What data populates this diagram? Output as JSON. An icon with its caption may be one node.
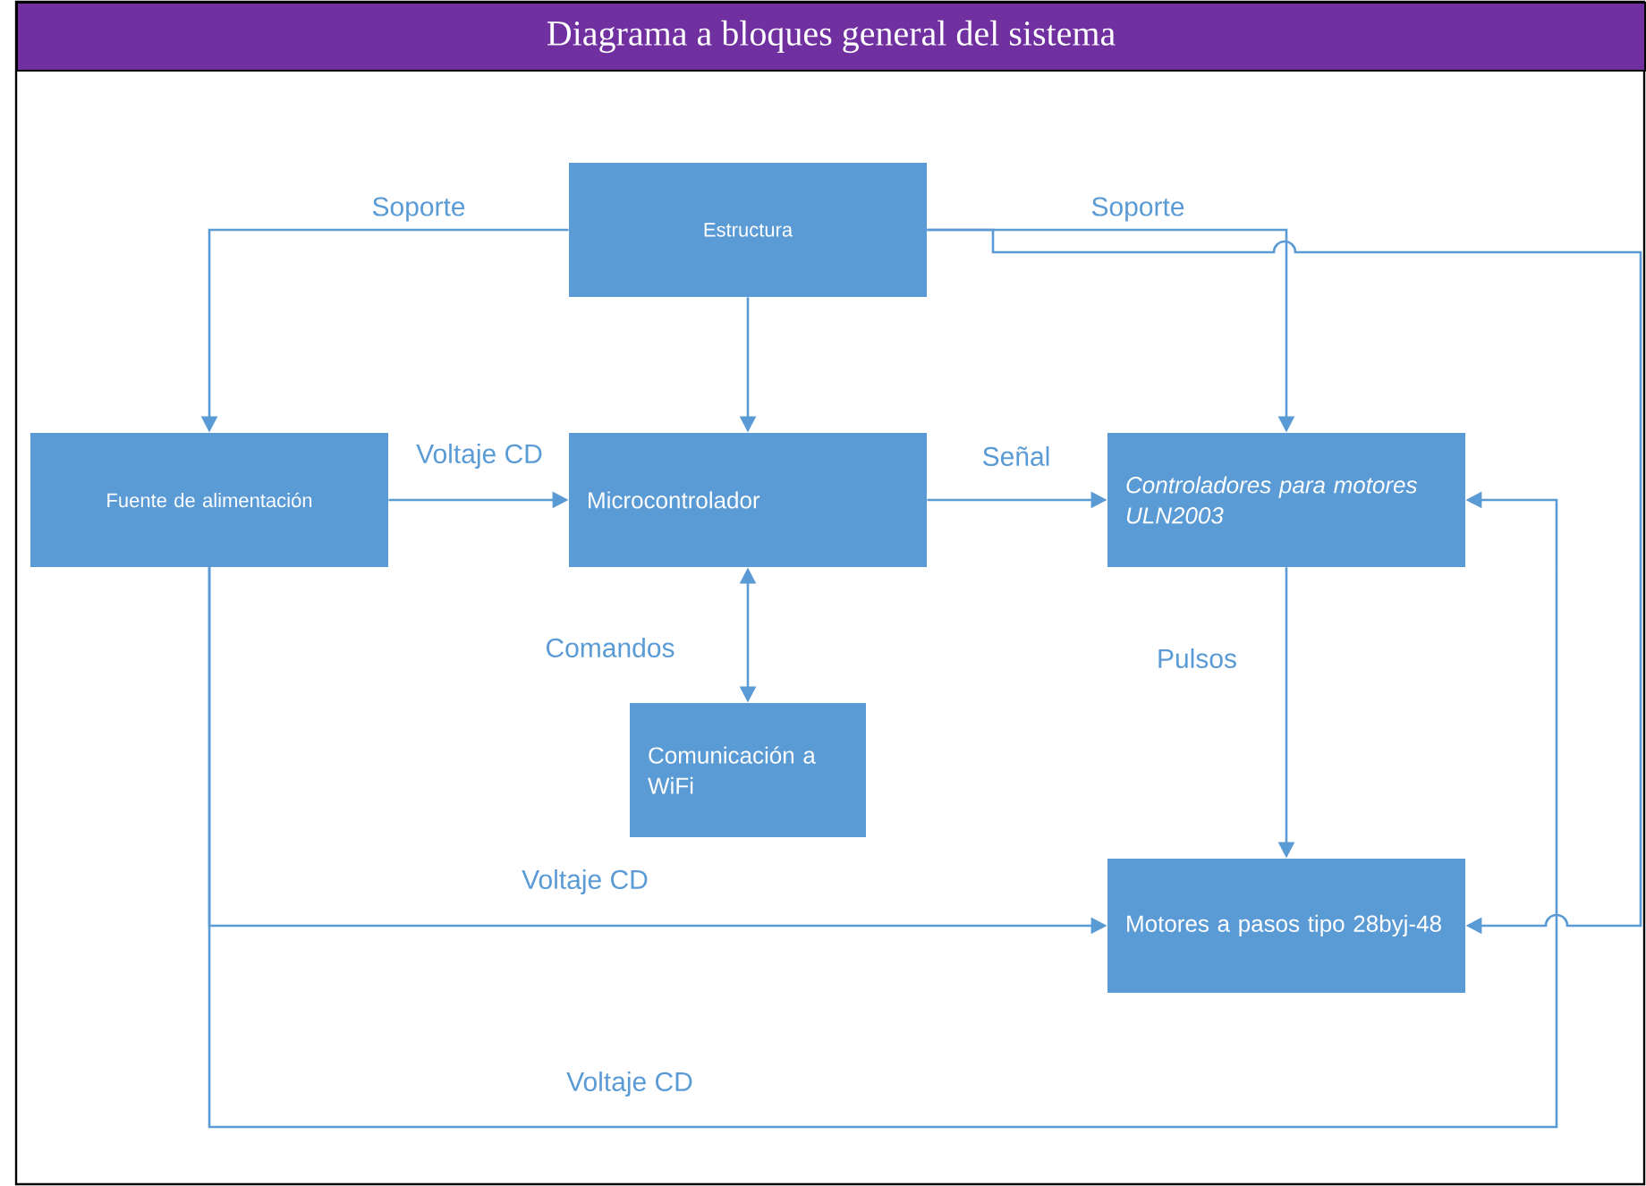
{
  "diagram": {
    "title": "Diagrama a bloques general del sistema",
    "nodes": [
      {
        "text": [
          "Estructura"
        ]
      },
      {
        "text": [
          "Fuente de alimentación"
        ]
      },
      {
        "text": [
          "Microcontrolador"
        ]
      },
      {
        "text": [
          "Controladores para motores ULN2003"
        ]
      },
      {
        "text": [
          "Comunicación a WiFi"
        ]
      },
      {
        "text": [
          "Motores a pasos tipo 28byj-48"
        ]
      }
    ],
    "edges": [
      {
        "from": 0,
        "to": 1,
        "arrow": "to",
        "label": "Soporte"
      },
      {
        "from": 0,
        "to": 2,
        "arrow": "to"
      },
      {
        "from": 0,
        "to": 3,
        "arrow": "to",
        "label": "Soporte"
      },
      {
        "from": 0,
        "to": 5,
        "arrow": "to"
      },
      {
        "from": 1,
        "to": 2,
        "arrow": "to",
        "label": "Voltaje CD"
      },
      {
        "from": 2,
        "to": 3,
        "arrow": "to",
        "label": "Señal"
      },
      {
        "from": 2,
        "to": 4,
        "arrow": "both",
        "label": "Comandos"
      },
      {
        "from": 3,
        "to": 5,
        "arrow": "to",
        "label": "Pulsos"
      },
      {
        "from": 1,
        "to": 5,
        "arrow": "to",
        "label": "Voltaje CD"
      },
      {
        "from": 1,
        "to": 3,
        "arrow": "to",
        "label": "Voltaje CD"
      }
    ]
  }
}
